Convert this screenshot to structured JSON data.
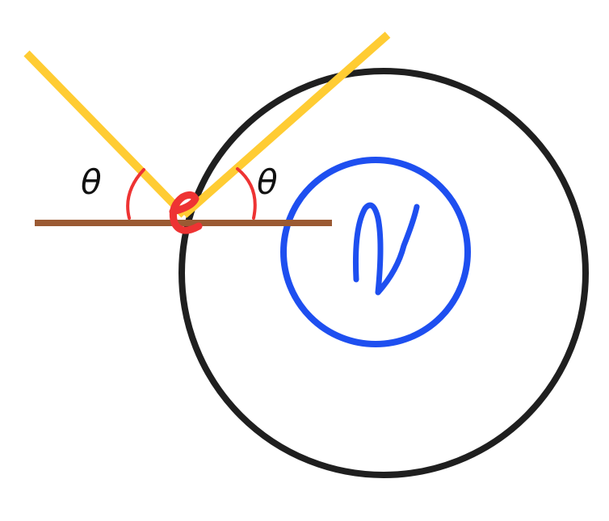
{
  "diagram": {
    "labels": {
      "theta_left": "θ",
      "theta_right": "θ",
      "particle": "e",
      "inner_circle": "ν"
    },
    "colors": {
      "background": "#ffffff",
      "large_circle": "#1f1f1f",
      "inner_circle": "#1e4ff0",
      "surface": "#9b5a33",
      "rays": "#ffcc33",
      "angle_arcs": "#ee3333",
      "particle": "#ee3333",
      "theta_text": "#111111"
    },
    "elements": [
      "large-circle",
      "inner-circle",
      "surface-line",
      "incoming-ray",
      "outgoing-ray",
      "left-angle-arc",
      "right-angle-arc",
      "electron-mark",
      "nu-symbol"
    ]
  }
}
